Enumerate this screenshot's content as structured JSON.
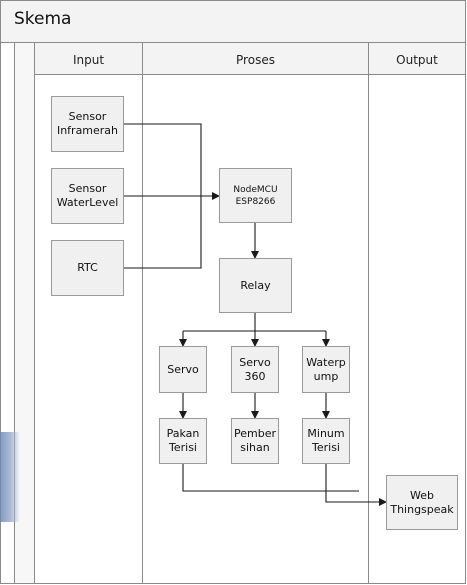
{
  "diagram": {
    "title": "Skema",
    "lanes": [
      "Input",
      "Proses",
      "Output"
    ],
    "nodes": {
      "sensor_inframerah": "Sensor\nInframerah",
      "sensor_waterlevel": "Sensor\nWaterLevel",
      "rtc": "RTC",
      "nodemcu": "NodeMCU\nESP8266",
      "relay": "Relay",
      "servo": "Servo",
      "servo_360": "Servo\n360",
      "waterpump": "Waterp\nump",
      "pakan_terisi": "Pakan\nTerisi",
      "pembersihan": "Pember\nsihan",
      "minum_terisi": "Minum\nTerisi",
      "web_thingspeak": "Web\nThingspeak"
    },
    "colors": {
      "line": "#1a1a1a",
      "node_fill": "#f0f0f0",
      "node_border": "#9a9a9a",
      "frame_border": "#8a8a8a",
      "header_fill": "#f3f3f3"
    }
  }
}
